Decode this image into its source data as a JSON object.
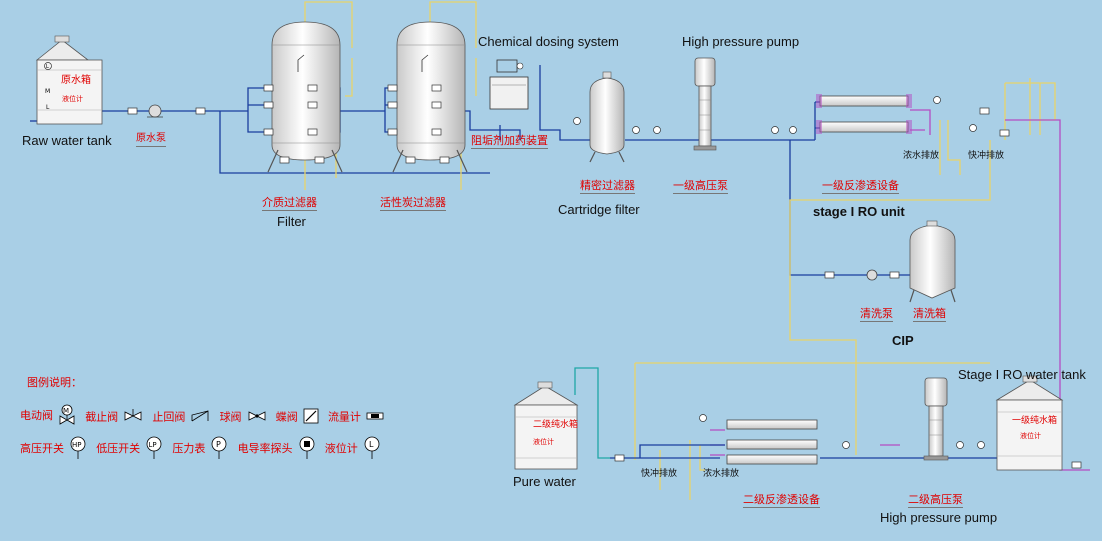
{
  "labels": {
    "raw_water_tank": "Raw water tank",
    "raw_water_tank_cn": "原水箱",
    "level_gauge_cn": "液位计",
    "raw_water_pump_cn": "原水泵",
    "media_filter_cn": "介质过滤器",
    "filter": "Filter",
    "activated_carbon_filter_cn": "活性炭过滤器",
    "chemical_dosing_system": "Chemical dosing system",
    "antiscalant_dosing_cn": "阻垢剂加药装置",
    "cartridge_filter_cn": "精密过滤器",
    "cartridge_filter": "Cartridge filter",
    "high_pressure_pump_top": "High pressure pump",
    "stage1_hp_pump_cn": "一级高压泵",
    "stage1_ro_cn": "一级反渗透设备",
    "stage1_ro_unit": "stage I RO unit",
    "concentrate_drain_cn": "浓水排放",
    "flush_drain_cn": "快冲排放",
    "cleaning_pump_cn": "清洗泵",
    "cleaning_tank_cn": "清洗箱",
    "cip": "CIP",
    "stage1_ro_water_tank": "Stage I RO water tank",
    "stage1_pure_tank_cn": "一级纯水箱",
    "pure_water": "Pure water",
    "stage2_pure_tank_cn": "二级纯水箱",
    "stage2_ro_cn": "二级反渗透设备",
    "stage2_hp_pump_cn": "二级高压泵",
    "high_pressure_pump_bottom": "High pressure pump"
  },
  "legend": {
    "title": "图例说明：",
    "row1": [
      "电动阀",
      "截止阀",
      "止回阀",
      "球阀",
      "蝶阀",
      "流量计"
    ],
    "row2": [
      "高压开关",
      "低压开关",
      "压力表",
      "电导率探头",
      "液位计"
    ],
    "sym_hp": "HP",
    "sym_lp": "LP",
    "sym_p": "P",
    "sym_l": "L",
    "sym_m": "M"
  },
  "tank_marks": {
    "level_top": "L",
    "level_mid": "M",
    "level_bot": "L"
  },
  "colors": {
    "background": "#a9cfe6",
    "feed_line": "#1a3e9e",
    "concentrate_line": "#e8d36a",
    "permeate_line": "#b44cc4",
    "pure_line": "#1fa7a7",
    "label_cn": "#e00000"
  }
}
